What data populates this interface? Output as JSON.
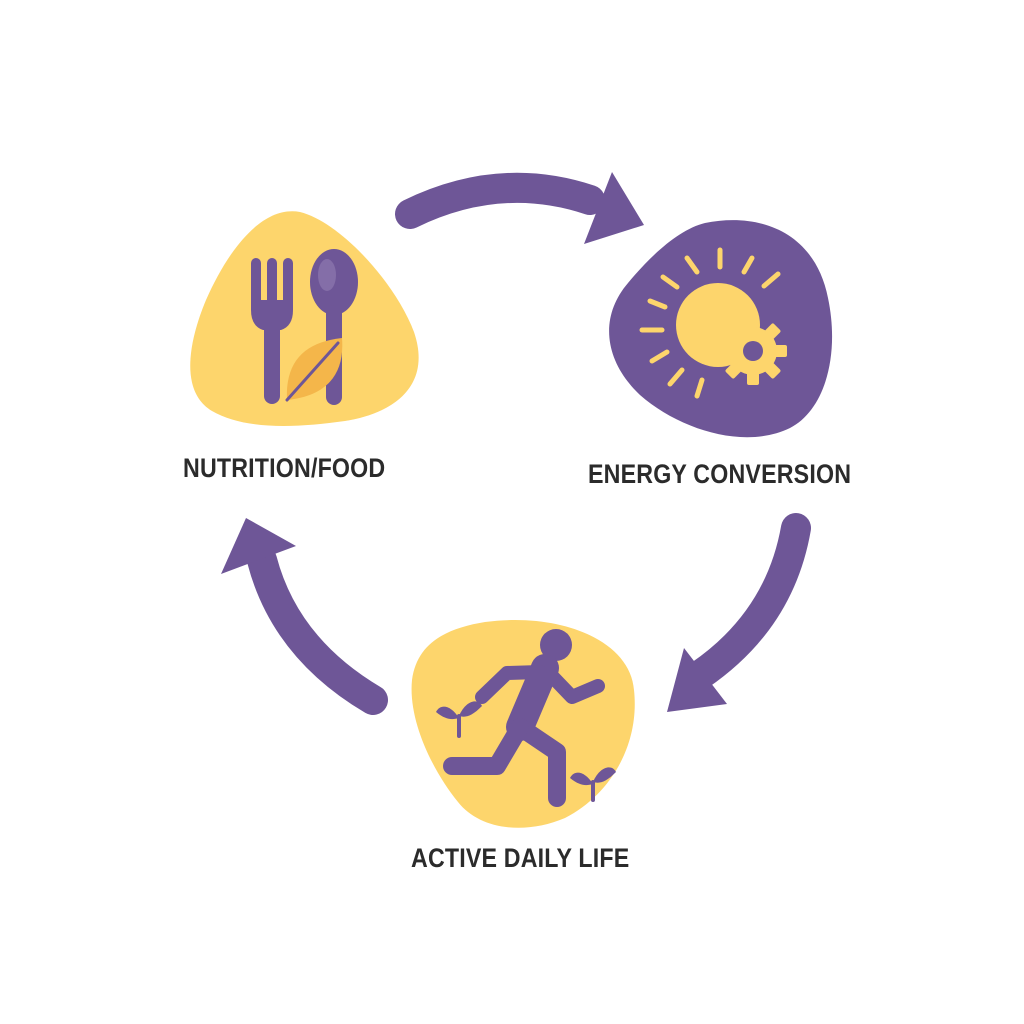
{
  "diagram": {
    "type": "cycle",
    "colors": {
      "primary_purple": "#6e5697",
      "accent_yellow": "#fdd56c",
      "text": "#2b2b2b",
      "background": "#ffffff"
    },
    "nodes": [
      {
        "id": "nutrition",
        "label": "NUTRITION/FOOD",
        "icon": "fork-spoon-leaf-icon",
        "fill": "yellow"
      },
      {
        "id": "energy",
        "label": "ENERGY CONVERSION",
        "icon": "sun-gear-icon",
        "fill": "purple"
      },
      {
        "id": "active",
        "label": "ACTIVE DAILY LIFE",
        "icon": "running-person-icon",
        "fill": "yellow"
      }
    ],
    "edges": [
      {
        "from": "nutrition",
        "to": "energy"
      },
      {
        "from": "energy",
        "to": "active"
      },
      {
        "from": "active",
        "to": "nutrition"
      }
    ]
  }
}
